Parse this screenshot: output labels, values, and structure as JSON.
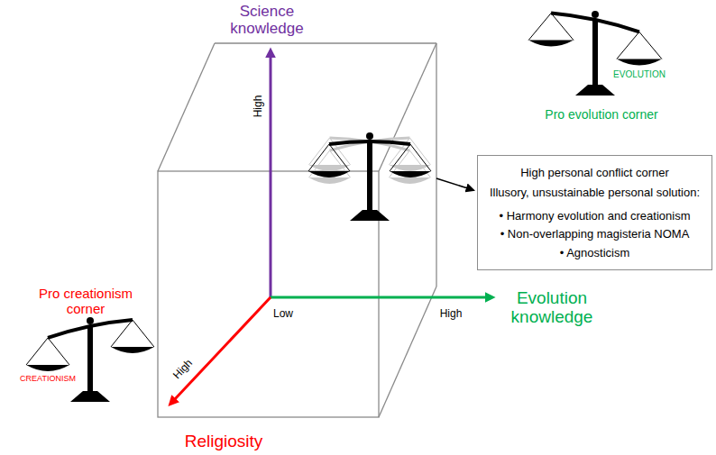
{
  "diagram": {
    "nodes": [
      {
        "text": [
          "High personal conflict corner",
          "Illusory, unsustainable personal solution:",
          "• Harmony evolution and creationism",
          "• Non-overlapping magisteria NOMA",
          "• Agnosticism"
        ]
      }
    ],
    "labels": [
      "Science knowledge",
      "High",
      "Pro evolution corner",
      "EVOLUTION",
      "Low",
      "High",
      "Evolution knowledge",
      "Pro creationism corner",
      "CREATIONISM",
      "High",
      "Religiosity"
    ]
  }
}
